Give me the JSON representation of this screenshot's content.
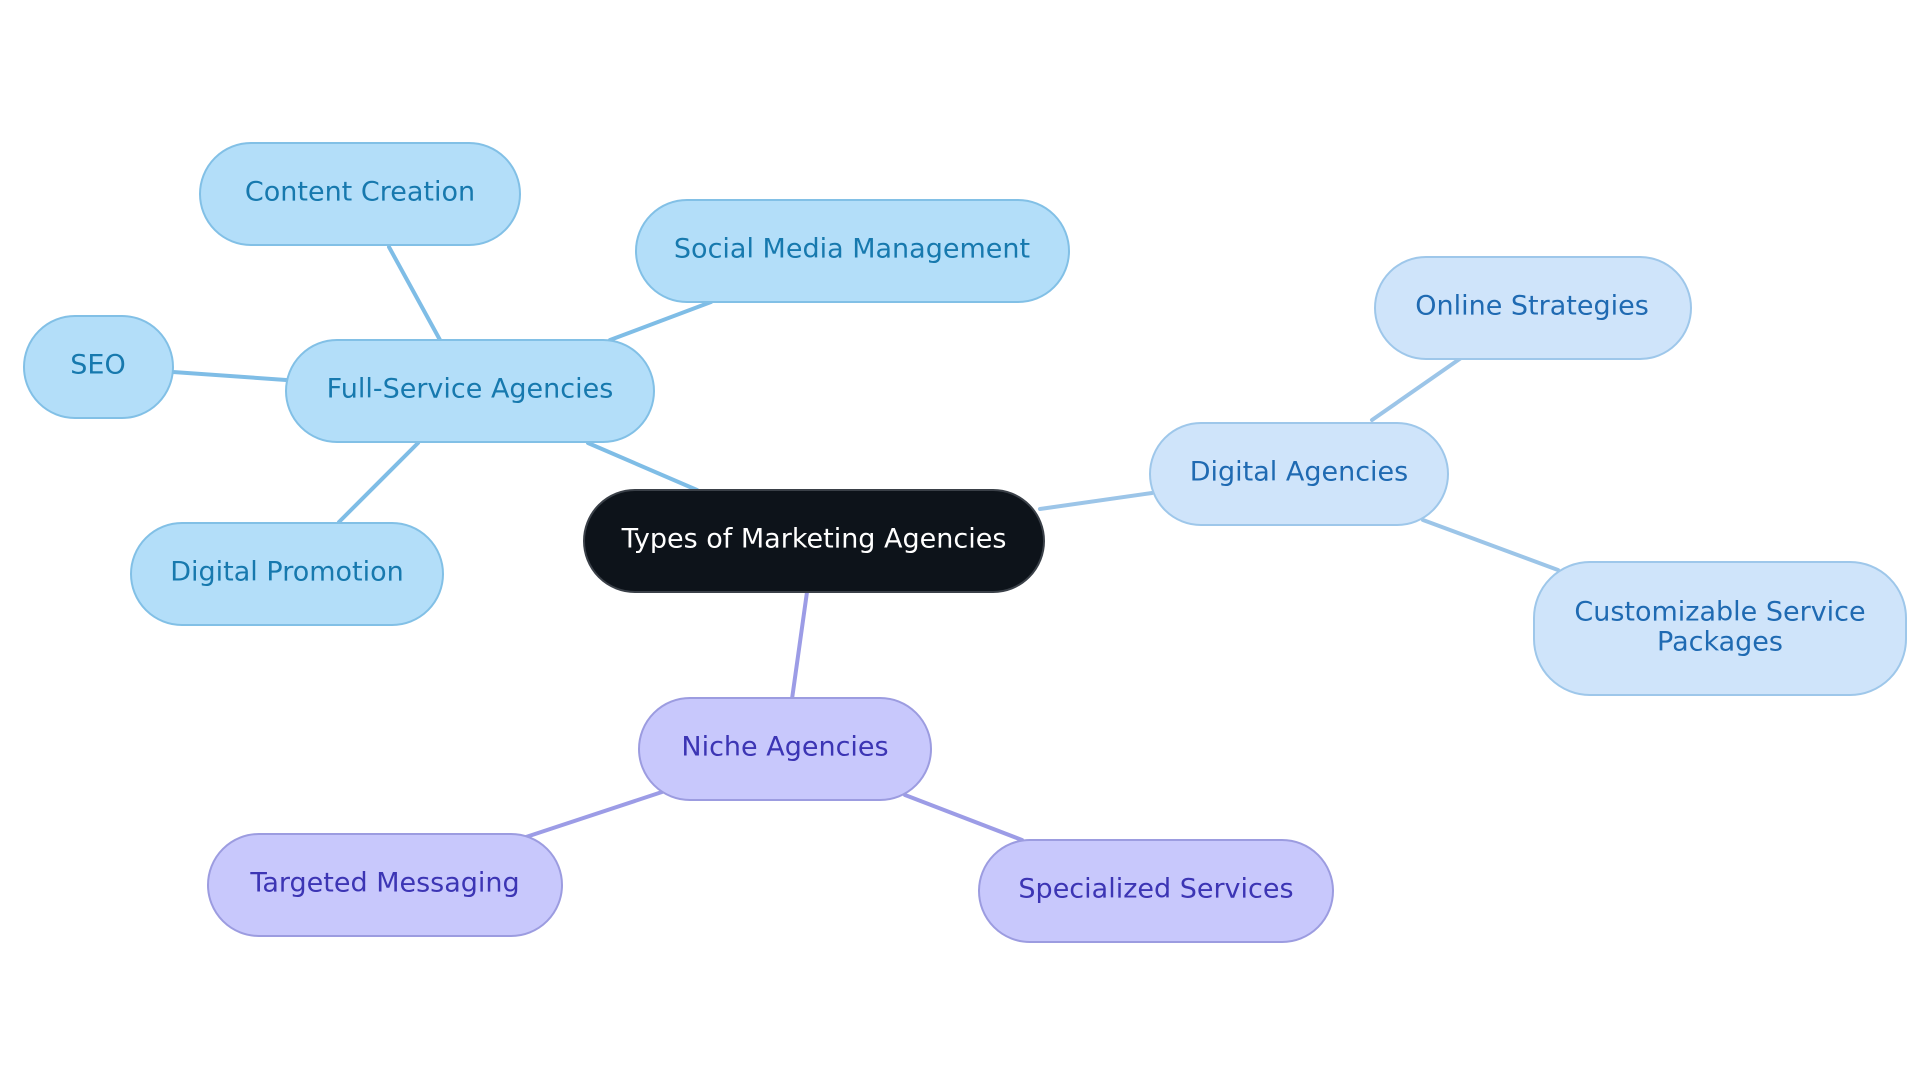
{
  "mindmap": {
    "root": "Types of Marketing Agencies",
    "full_service": {
      "label": "Full-Service Agencies",
      "children": [
        "Content Creation",
        "Social Media Management",
        "SEO",
        "Digital Promotion"
      ]
    },
    "digital": {
      "label": "Digital Agencies",
      "children": [
        "Online Strategies",
        "Customizable Service",
        "Packages"
      ]
    },
    "niche": {
      "label": "Niche Agencies",
      "children": [
        "Targeted Messaging",
        "Specialized Services"
      ]
    }
  },
  "colors": {
    "root_fill": "#0d131a",
    "full_service_fill": "#b3def9",
    "digital_fill": "#cfe4fa",
    "niche_fill": "#c8c8fc"
  }
}
